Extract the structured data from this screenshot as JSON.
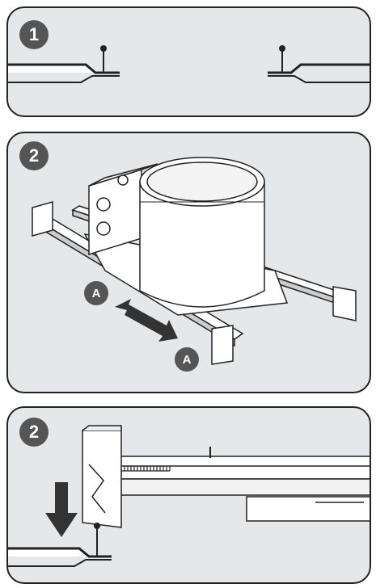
{
  "steps": [
    {
      "label": "1"
    },
    {
      "label": "2"
    },
    {
      "label": "2"
    }
  ],
  "callouts": {
    "a_label": "A"
  },
  "colors": {
    "panel_bg": "#e6e7e8",
    "badge": "#555555",
    "stroke": "#222222"
  }
}
